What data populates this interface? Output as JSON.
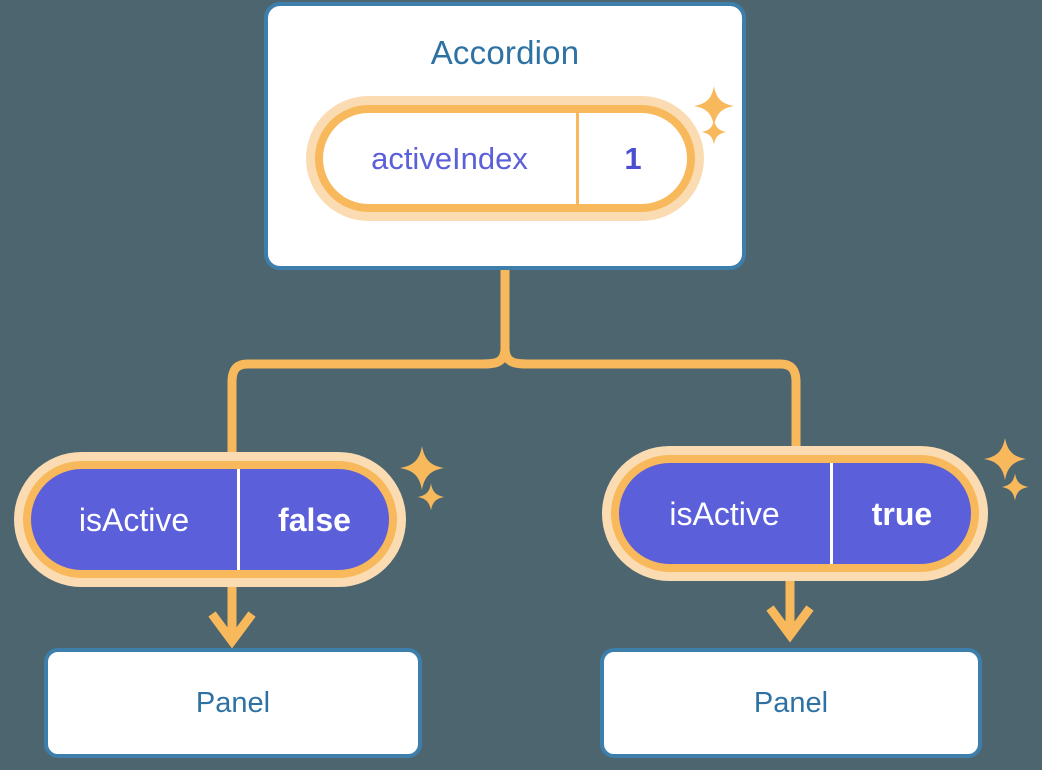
{
  "theme": {
    "background": "#4d656f",
    "card_border": "#3d7eab",
    "card_fill": "#ffffff",
    "title_text": "#2e72a4",
    "pill_ring_outer": "#fbdcb2",
    "pill_ring_inner": "#f8b95c",
    "pill_solid_fill": "#5b5fd9",
    "pill_key_text_light": "#5b5fd9",
    "pill_value_text_light": "#4a4fd1",
    "pill_text_on_solid": "#ffffff",
    "connector": "#f8b95c",
    "sparkle": "#f8b95c"
  },
  "diagram": {
    "type": "component-state-tree",
    "root": {
      "name": "accordion-card",
      "title": "Accordion",
      "state": {
        "key": "activeIndex",
        "value": "1",
        "style": "light"
      }
    },
    "children": [
      {
        "name": "branch-left",
        "state": {
          "key": "isActive",
          "value": "false",
          "style": "solid"
        },
        "child": {
          "name": "panel-left",
          "title": "Panel"
        }
      },
      {
        "name": "branch-right",
        "state": {
          "key": "isActive",
          "value": "true",
          "style": "solid"
        },
        "child": {
          "name": "panel-right",
          "title": "Panel"
        }
      }
    ]
  },
  "icons": {
    "sparkle_large": "sparkle-four-point-icon",
    "sparkle_small": "sparkle-four-point-small-icon",
    "arrow": "arrow-down-icon"
  }
}
